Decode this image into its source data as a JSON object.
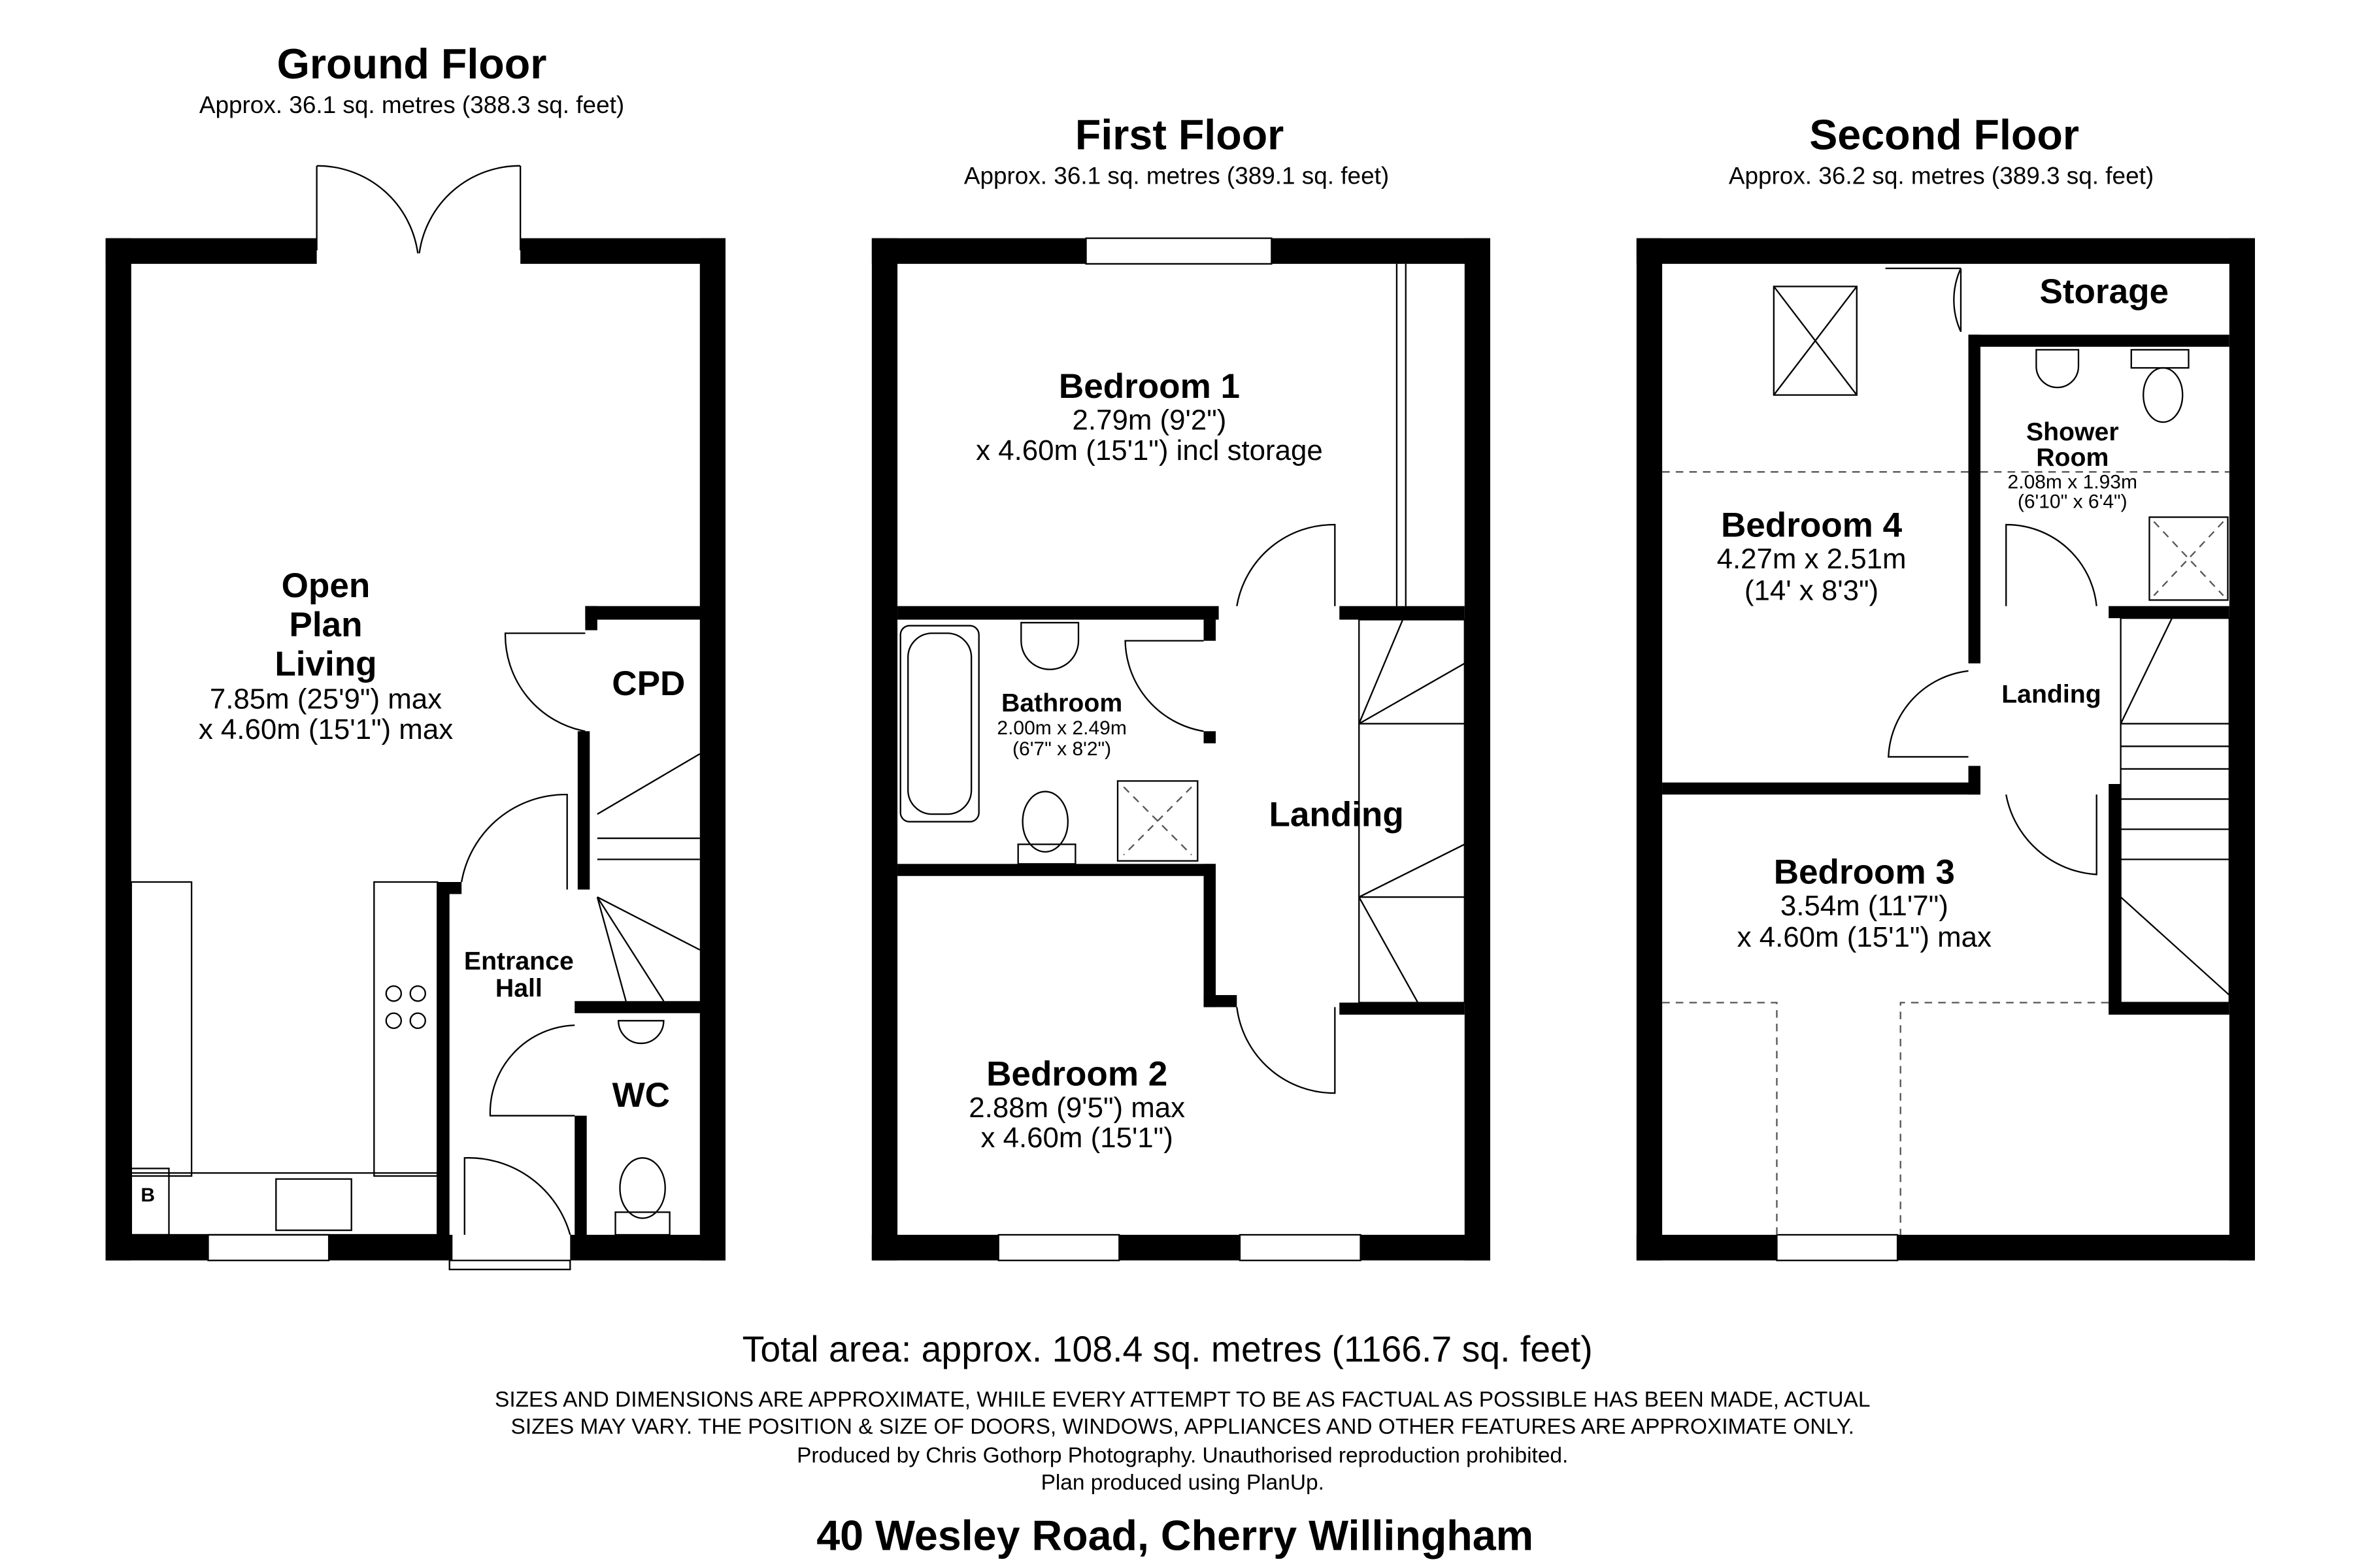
{
  "floors": {
    "ground": {
      "title": "Ground Floor",
      "area": "Approx. 36.1 sq. metres (388.3 sq. feet)",
      "rooms": {
        "living": {
          "name1": "Open",
          "name2": "Plan",
          "name3": "Living",
          "dim1": "7.85m (25'9\") max",
          "dim2": "x 4.60m (15'1\") max"
        },
        "cpd": {
          "name": "CPD"
        },
        "hall": {
          "name1": "Entrance",
          "name2": "Hall"
        },
        "wc": {
          "name": "WC"
        },
        "boiler": {
          "label": "B"
        }
      }
    },
    "first": {
      "title": "First Floor",
      "area": "Approx. 36.1 sq. metres (389.1 sq. feet)",
      "rooms": {
        "bed1": {
          "name": "Bedroom 1",
          "dim1": "2.79m (9'2\")",
          "dim2": "x 4.60m (15'1\") incl storage"
        },
        "bath": {
          "name": "Bathroom",
          "dim1": "2.00m x 2.49m",
          "dim2": "(6'7\" x 8'2\")"
        },
        "landing": {
          "name": "Landing"
        },
        "bed2": {
          "name": "Bedroom 2",
          "dim1": "2.88m (9'5\") max",
          "dim2": "x 4.60m (15'1\")"
        }
      }
    },
    "second": {
      "title": "Second Floor",
      "area": "Approx. 36.2 sq. metres (389.3 sq. feet)",
      "rooms": {
        "storage": {
          "name": "Storage"
        },
        "shower": {
          "name1": "Shower",
          "name2": "Room",
          "dim1": "2.08m x 1.93m",
          "dim2": "(6'10\" x 6'4\")"
        },
        "bed4": {
          "name": "Bedroom 4",
          "dim1": "4.27m x 2.51m",
          "dim2": "(14' x 8'3\")"
        },
        "landing": {
          "name": "Landing"
        },
        "bed3": {
          "name": "Bedroom 3",
          "dim1": "3.54m (11'7\")",
          "dim2": "x 4.60m (15'1\") max"
        }
      }
    }
  },
  "footer": {
    "total": "Total area: approx. 108.4 sq. metres (1166.7 sq. feet)",
    "disclaimer1": "SIZES AND DIMENSIONS ARE APPROXIMATE, WHILE EVERY ATTEMPT TO BE AS FACTUAL AS POSSIBLE HAS BEEN MADE, ACTUAL",
    "disclaimer2": "SIZES MAY VARY. THE POSITION & SIZE OF DOORS, WINDOWS, APPLIANCES AND OTHER FEATURES ARE APPROXIMATE ONLY.",
    "credit": "Produced by Chris Gothorp Photography. Unauthorised reproduction prohibited.",
    "software": "Plan produced using PlanUp.",
    "address": "40 Wesley Road, Cherry Willingham"
  }
}
